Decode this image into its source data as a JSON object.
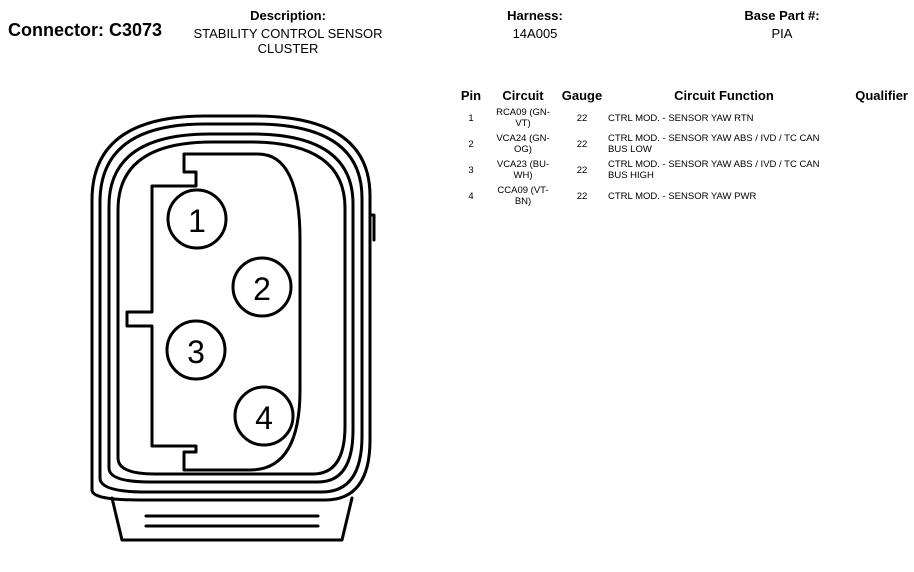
{
  "header": {
    "connector_label": "Connector:",
    "connector_id": "C3073",
    "description_label": "Description:",
    "description_value": "STABILITY CONTROL SENSOR CLUSTER",
    "harness_label": "Harness:",
    "harness_value": "14A005",
    "base_part_label": "Base Part #:",
    "base_part_value": "PIA"
  },
  "table": {
    "columns": [
      "Pin",
      "Circuit",
      "Gauge",
      "Circuit Function",
      "Qualifier"
    ],
    "rows": [
      {
        "pin": "1",
        "circuit": "RCA09 (GN-VT)",
        "gauge": "22",
        "function": "CTRL MOD. - SENSOR YAW RTN",
        "qualifier": ""
      },
      {
        "pin": "2",
        "circuit": "VCA24 (GN-OG)",
        "gauge": "22",
        "function": "CTRL MOD. - SENSOR YAW ABS / IVD / TC CAN BUS LOW",
        "qualifier": ""
      },
      {
        "pin": "3",
        "circuit": "VCA23 (BU-WH)",
        "gauge": "22",
        "function": "CTRL MOD. - SENSOR YAW ABS / IVD / TC CAN BUS HIGH",
        "qualifier": ""
      },
      {
        "pin": "4",
        "circuit": "CCA09 (VT-BN)",
        "gauge": "22",
        "function": "CTRL MOD. - SENSOR YAW PWR",
        "qualifier": ""
      }
    ]
  },
  "diagram": {
    "pin_labels": [
      "1",
      "2",
      "3",
      "4"
    ]
  }
}
